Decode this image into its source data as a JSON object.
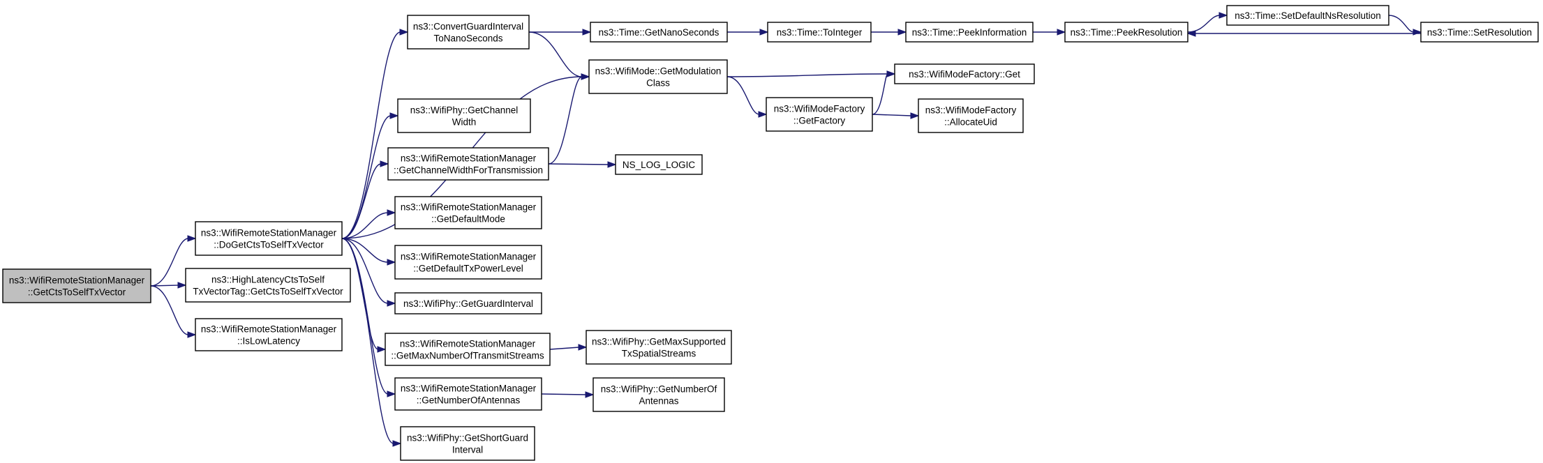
{
  "graph": {
    "nodes": [
      {
        "id": "root",
        "lines": [
          "ns3::WifiRemoteStationManager",
          "::GetCtsToSelfTxVector"
        ]
      },
      {
        "id": "doget",
        "lines": [
          "ns3::WifiRemoteStationManager",
          "::DoGetCtsToSelfTxVector"
        ]
      },
      {
        "id": "hlat",
        "lines": [
          "ns3::HighLatencyCtsToSelf",
          "TxVectorTag::GetCtsToSelfTxVector"
        ]
      },
      {
        "id": "islow",
        "lines": [
          "ns3::WifiRemoteStationManager",
          "::IsLowLatency"
        ]
      },
      {
        "id": "convgi",
        "lines": [
          "ns3::ConvertGuardInterval",
          "ToNanoSeconds"
        ]
      },
      {
        "id": "getchw",
        "lines": [
          "ns3::WifiPhy::GetChannel",
          "Width"
        ]
      },
      {
        "id": "getchwtx",
        "lines": [
          "ns3::WifiRemoteStationManager",
          "::GetChannelWidthForTransmission"
        ]
      },
      {
        "id": "getdefmode",
        "lines": [
          "ns3::WifiRemoteStationManager",
          "::GetDefaultMode"
        ]
      },
      {
        "id": "getdeftxp",
        "lines": [
          "ns3::WifiRemoteStationManager",
          "::GetDefaultTxPowerLevel"
        ]
      },
      {
        "id": "getgi",
        "lines": [
          "ns3::WifiPhy::GetGuardInterval"
        ]
      },
      {
        "id": "getmaxnts",
        "lines": [
          "ns3::WifiRemoteStationManager",
          "::GetMaxNumberOfTransmitStreams"
        ]
      },
      {
        "id": "getnant",
        "lines": [
          "ns3::WifiRemoteStationManager",
          "::GetNumberOfAntennas"
        ]
      },
      {
        "id": "getsgi",
        "lines": [
          "ns3::WifiPhy::GetShortGuard",
          "Interval"
        ]
      },
      {
        "id": "getns",
        "lines": [
          "ns3::Time::GetNanoSeconds"
        ]
      },
      {
        "id": "getmodcls",
        "lines": [
          "ns3::WifiMode::GetModulation",
          "Class"
        ]
      },
      {
        "id": "nslog",
        "lines": [
          "NS_LOG_LOGIC"
        ]
      },
      {
        "id": "maxsup",
        "lines": [
          "ns3::WifiPhy::GetMaxSupported",
          "TxSpatialStreams"
        ]
      },
      {
        "id": "numant",
        "lines": [
          "ns3::WifiPhy::GetNumberOf",
          "Antennas"
        ]
      },
      {
        "id": "toint",
        "lines": [
          "ns3::Time::ToInteger"
        ]
      },
      {
        "id": "getfactory",
        "lines": [
          "ns3::WifiModeFactory",
          "::GetFactory"
        ]
      },
      {
        "id": "peekinfo",
        "lines": [
          "ns3::Time::PeekInformation"
        ]
      },
      {
        "id": "wmfget",
        "lines": [
          "ns3::WifiModeFactory::Get"
        ]
      },
      {
        "id": "alloc",
        "lines": [
          "ns3::WifiModeFactory",
          "::AllocateUid"
        ]
      },
      {
        "id": "peekres",
        "lines": [
          "ns3::Time::PeekResolution"
        ]
      },
      {
        "id": "setdefns",
        "lines": [
          "ns3::Time::SetDefaultNsResolution"
        ]
      },
      {
        "id": "setres",
        "lines": [
          "ns3::Time::SetResolution"
        ]
      }
    ],
    "edges": [
      [
        "root",
        "doget"
      ],
      [
        "root",
        "hlat"
      ],
      [
        "root",
        "islow"
      ],
      [
        "doget",
        "convgi"
      ],
      [
        "doget",
        "getmodcls"
      ],
      [
        "doget",
        "getchw"
      ],
      [
        "doget",
        "getchwtx"
      ],
      [
        "doget",
        "getdefmode"
      ],
      [
        "doget",
        "getdeftxp"
      ],
      [
        "doget",
        "getgi"
      ],
      [
        "doget",
        "getmaxnts"
      ],
      [
        "doget",
        "getnant"
      ],
      [
        "doget",
        "getsgi"
      ],
      [
        "convgi",
        "getns"
      ],
      [
        "convgi",
        "getmodcls"
      ],
      [
        "getchwtx",
        "getmodcls"
      ],
      [
        "getchwtx",
        "nslog"
      ],
      [
        "getmaxnts",
        "maxsup"
      ],
      [
        "getnant",
        "numant"
      ],
      [
        "getns",
        "toint"
      ],
      [
        "toint",
        "peekinfo"
      ],
      [
        "peekinfo",
        "peekres"
      ],
      [
        "peekres",
        "setdefns"
      ],
      [
        "setdefns",
        "setres"
      ],
      [
        "setres",
        "peekres"
      ],
      [
        "getmodcls",
        "wmfget"
      ],
      [
        "getmodcls",
        "getfactory"
      ],
      [
        "getfactory",
        "wmfget"
      ],
      [
        "getfactory",
        "alloc"
      ]
    ]
  }
}
